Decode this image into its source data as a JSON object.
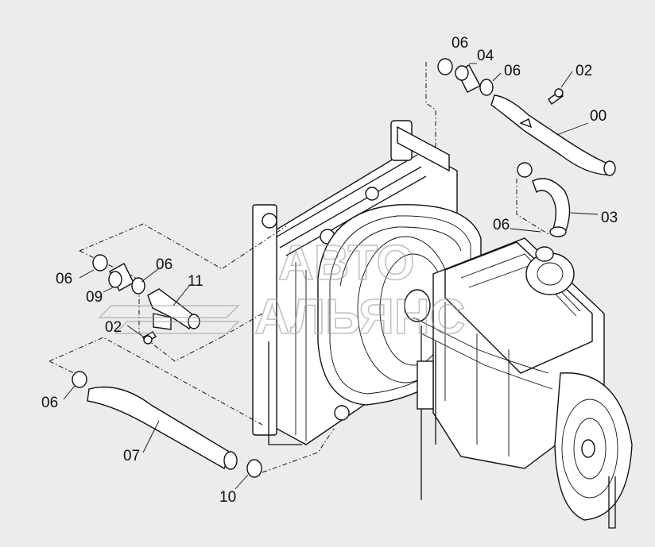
{
  "watermark": {
    "line1": "АВТО",
    "line2": "АЛЬЯНС"
  },
  "labels": [
    {
      "id": "00",
      "text": "00"
    },
    {
      "id": "02-top",
      "text": "02"
    },
    {
      "id": "03",
      "text": "03"
    },
    {
      "id": "04",
      "text": "04"
    },
    {
      "id": "06-top-left",
      "text": "06"
    },
    {
      "id": "06-top-right",
      "text": "06"
    },
    {
      "id": "06-middle",
      "text": "06"
    },
    {
      "id": "06-left-outer",
      "text": "06"
    },
    {
      "id": "06-left-inner",
      "text": "06"
    },
    {
      "id": "06-bottom-left",
      "text": "06"
    },
    {
      "id": "09",
      "text": "09"
    },
    {
      "id": "11",
      "text": "11"
    },
    {
      "id": "02-left",
      "text": "02"
    },
    {
      "id": "07",
      "text": "07"
    },
    {
      "id": "10",
      "text": "10"
    }
  ]
}
